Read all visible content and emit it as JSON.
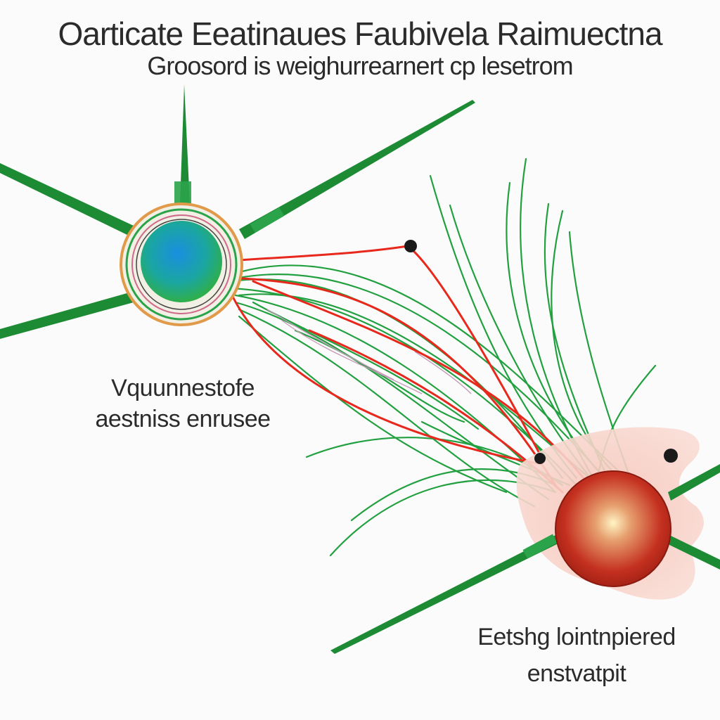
{
  "diagram": {
    "title": "Oarticate Eeatinaues Faubivela Raimuectna",
    "subtitle": "Groosord is weighurrearnert cp lesetrom",
    "left_label": {
      "line1": "Vquunnestofe",
      "line2": "aestniss enrusee"
    },
    "right_label": {
      "line1": "Eetshg lointnpiered",
      "line2": "enstvatpit"
    },
    "colors": {
      "fiber_green": "#1f9a3c",
      "fiber_red": "#e8281c",
      "left_node_core": "#1e9bd7",
      "left_node_ring": "#e0a050",
      "right_node": "#c0281c",
      "right_node_glow": "#fff2c0",
      "blob": "#f2b3a8"
    }
  }
}
